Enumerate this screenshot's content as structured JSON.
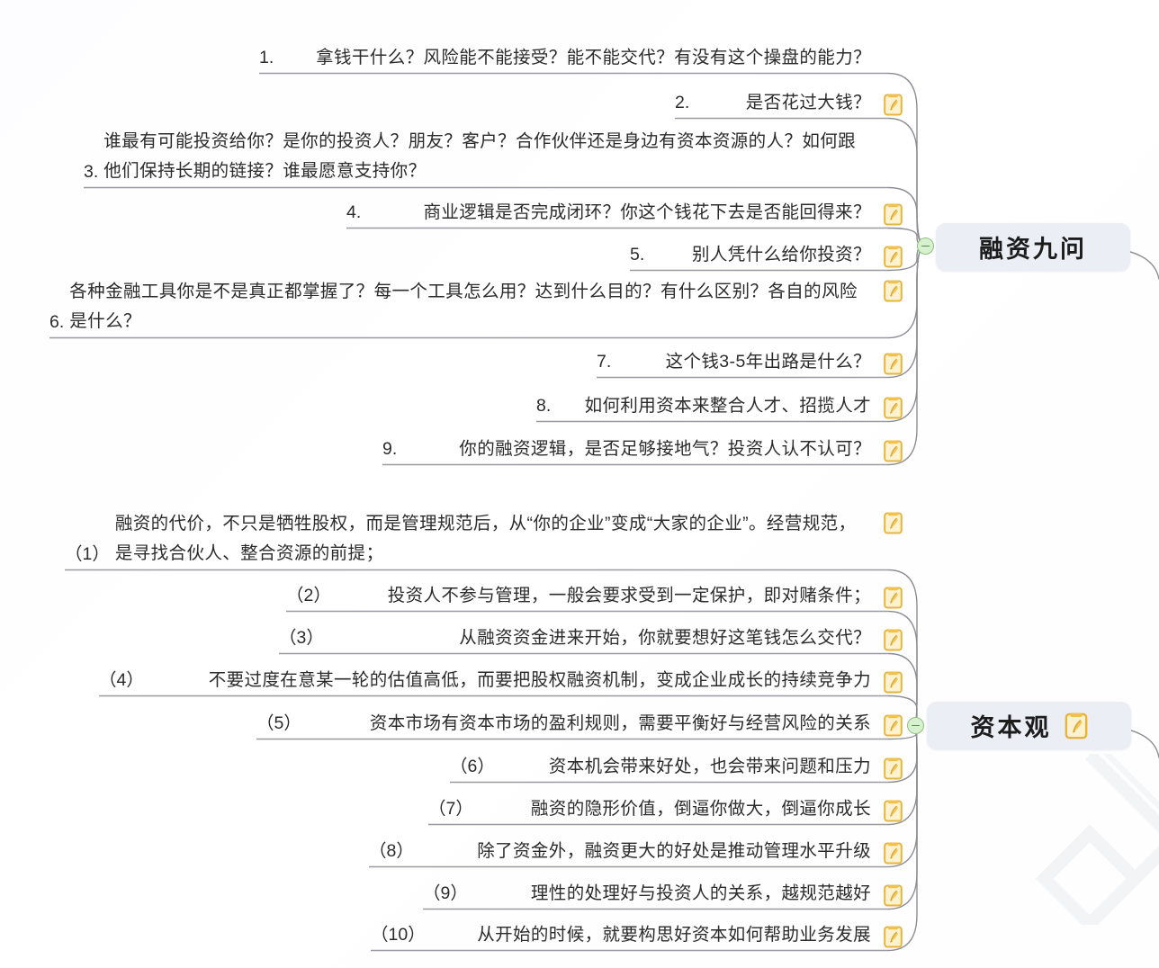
{
  "document": {
    "title": "融资九问 / 资本观 思维导图",
    "background_color": "#fdfdff",
    "text_color": "#2b2b2b",
    "node_fill": "#eceef5",
    "connector_color": "#8a8a90",
    "toggle_color": "#8cc47a",
    "note_icon_color": "#e8b84b"
  },
  "watermark": {
    "name": "logo-watermark",
    "color": "#eceef0"
  },
  "branches": [
    {
      "id": "branch-rongzi-jiuwen",
      "node": {
        "label": "融资九问",
        "has_note_icon": false,
        "toggle": "collapse-minus"
      },
      "items": [
        {
          "num": "1.",
          "text": "拿钱干什么？风险能不能接受？能不能交代？有没有这个操盘的能力？",
          "note": false
        },
        {
          "num": "2.",
          "text": "是否花过大钱？",
          "note": true
        },
        {
          "num": "3.",
          "text": "谁最有可能投资给你？是你的投资人？朋友？客户？合作伙伴还是身边有资本资源的人？如何跟他们保持长期的链接？谁最愿意支持你？",
          "note": false
        },
        {
          "num": "4.",
          "text": "商业逻辑是否完成闭环？你这个钱花下去是否能回得来？",
          "note": true
        },
        {
          "num": "5.",
          "text": "别人凭什么给你投资？",
          "note": true
        },
        {
          "num": "6.",
          "text": "各种金融工具你是不是真正都掌握了？每一个工具怎么用？达到什么目的？有什么区别？各自的风险是什么？",
          "note": true
        },
        {
          "num": "7.",
          "text": "这个钱3-5年出路是什么？",
          "note": true
        },
        {
          "num": "8.",
          "text": "如何利用资本来整合人才、招揽人才",
          "note": true
        },
        {
          "num": "9.",
          "text": "你的融资逻辑，是否足够接地气？投资人认不认可？",
          "note": true
        }
      ]
    },
    {
      "id": "branch-ziben-guan",
      "node": {
        "label": "资本观",
        "has_note_icon": true,
        "toggle": "collapse-minus"
      },
      "items": [
        {
          "num": "（1）",
          "text": "融资的代价，不只是牺牲股权，而是管理规范后，从“你的企业”变成“大家的企业”。经营规范，是寻找合伙人、整合资源的前提；",
          "note": true
        },
        {
          "num": "（2）",
          "text": "投资人不参与管理，一般会要求受到一定保护，即对赌条件；",
          "note": true
        },
        {
          "num": "（3）",
          "text": "从融资资金进来开始，你就要想好这笔钱怎么交代？",
          "note": true
        },
        {
          "num": "（4）",
          "text": "不要过度在意某一轮的估值高低，而要把股权融资机制，变成企业成长的持续竞争力",
          "note": true
        },
        {
          "num": "（5）",
          "text": "资本市场有资本市场的盈利规则，需要平衡好与经营风险的关系",
          "note": true
        },
        {
          "num": "（6）",
          "text": "资本机会带来好处，也会带来问题和压力",
          "note": true
        },
        {
          "num": "（7）",
          "text": "融资的隐形价值，倒逼你做大，倒逼你成长",
          "note": true
        },
        {
          "num": "（8）",
          "text": "除了资金外，融资更大的好处是推动管理水平升级",
          "note": true
        },
        {
          "num": "（9）",
          "text": "理性的处理好与投资人的关系，越规范越好",
          "note": true
        },
        {
          "num": "（10）",
          "text": "从开始的时候，就要构思好资本如何帮助业务发展",
          "note": true
        }
      ]
    }
  ]
}
